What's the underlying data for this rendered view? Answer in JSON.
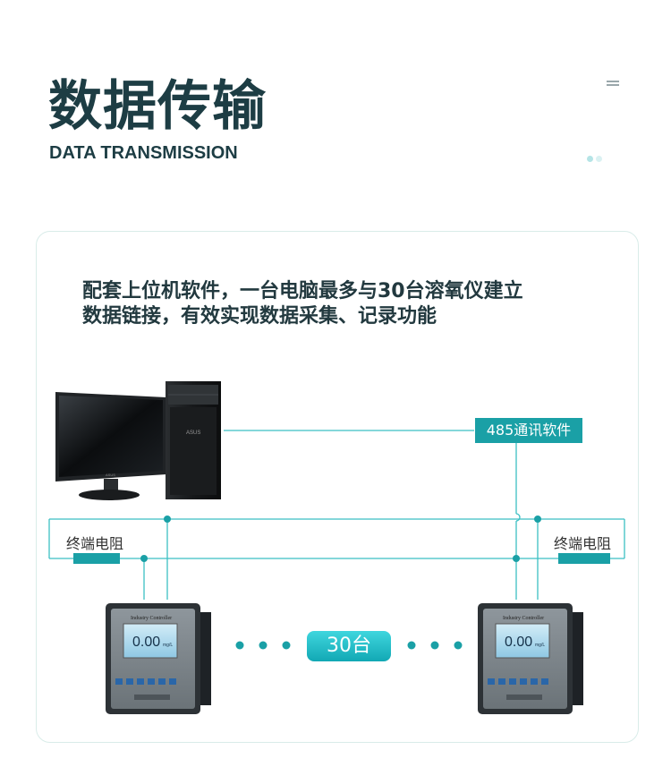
{
  "header": {
    "title_cn": "数据传输",
    "title_en": "DATA TRANSMISSION",
    "menu_icon": "menu-icon",
    "dots_icon": "pagination-dots-icon"
  },
  "description": {
    "line1": "配套上位机软件，一台电脑最多与30台溶氧仪建立",
    "line2": "数据链接，有效实现数据采集、记录功能"
  },
  "diagram": {
    "software_label": "485通讯软件",
    "resistor_left": "终端电阻",
    "resistor_right": "终端电阻",
    "device_count": "30台",
    "monitor_brand": "ASUS",
    "pc_brand": "ASUS",
    "controller_title": "Industry Controller",
    "controller_reading": "0.00",
    "controller_unit": "mg/L",
    "accent_color": "#1aa0a6"
  }
}
